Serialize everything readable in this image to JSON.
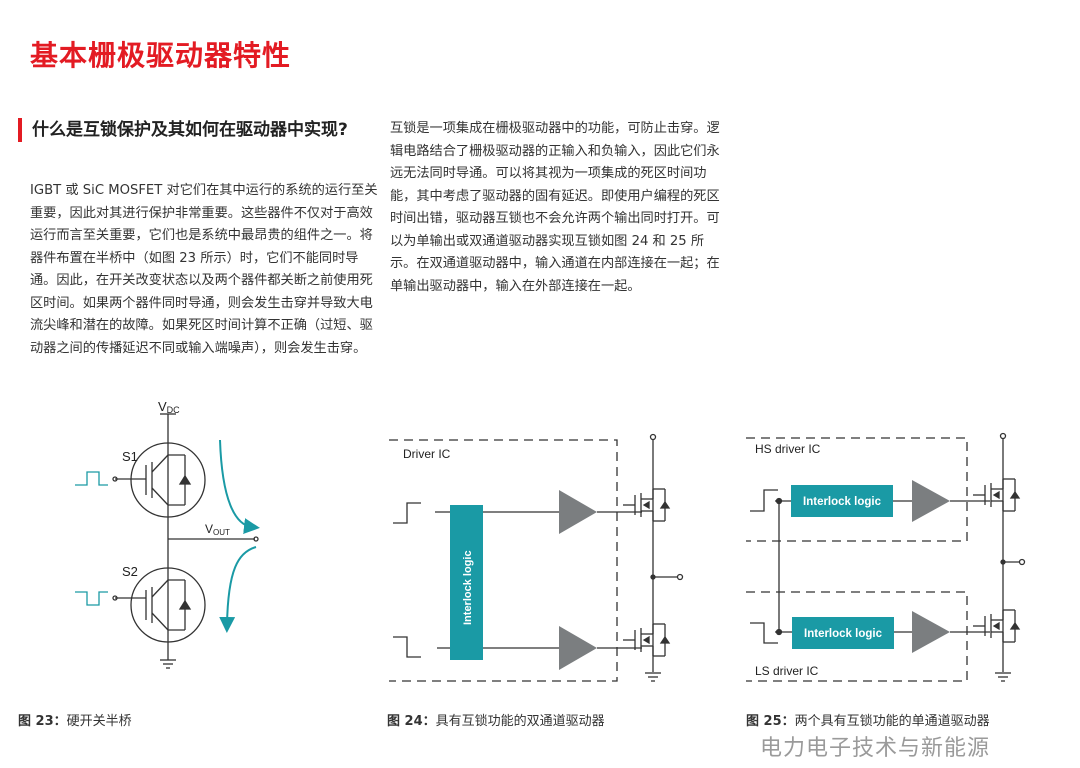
{
  "title": "基本栅极驱动器特性",
  "heading": "什么是互锁保护及其如何在驱动器中实现?",
  "left_paragraph": "IGBT 或 SiC MOSFET 对它们在其中运行的系统的运行至关重要，因此对其进行保护非常重要。这些器件不仅对于高效运行而言至关重要，它们也是系统中最昂贵的组件之一。将器件布置在半桥中（如图 23 所示）时，它们不能同时导通。因此，在开关改变状态以及两个器件都关断之前使用死区时间。如果两个器件同时导通，则会发生击穿并导致大电流尖峰和潜在的故障。如果死区时间计算不正确（过短、驱动器之间的传播延迟不同或输入端噪声），则会发生击穿。",
  "right_paragraph": "互锁是一项集成在栅极驱动器中的功能，可防止击穿。逻辑电路结合了栅极驱动器的正输入和负输入，因此它们永远无法同时导通。可以将其视为一项集成的死区时间功能，其中考虑了驱动器的固有延迟。即使用户编程的死区时间出错，驱动器互锁也不会允许两个输出同时打开。可以为单输出或双通道驱动器实现互锁如图 24 和 25 所示。在双通道驱动器中，输入通道在内部连接在一起；在单输出驱动器中，输入在外部连接在一起。",
  "fig23": {
    "vdc": "V",
    "vdc_sub": "DC",
    "vout": "V",
    "vout_sub": "OUT",
    "s1": "S1",
    "s2": "S2",
    "caption_num": "图 23：",
    "caption": "硬开关半桥"
  },
  "fig24": {
    "box_label": "Driver IC",
    "logic": "Interlock logic",
    "caption_num": "图 24：",
    "caption": "具有互锁功能的双通道驱动器"
  },
  "fig25": {
    "hs_label": "HS driver IC",
    "ls_label": "LS driver IC",
    "logic_top": "Interlock logic",
    "logic_bottom": "Interlock logic",
    "caption_num": "图 25：",
    "caption": "两个具有互锁功能的单通道驱动器"
  },
  "watermark": "电力电子技术与新能源",
  "colors": {
    "accent": "#e31b23",
    "teal": "#1a9aa5",
    "amp": "#7b7e80"
  }
}
